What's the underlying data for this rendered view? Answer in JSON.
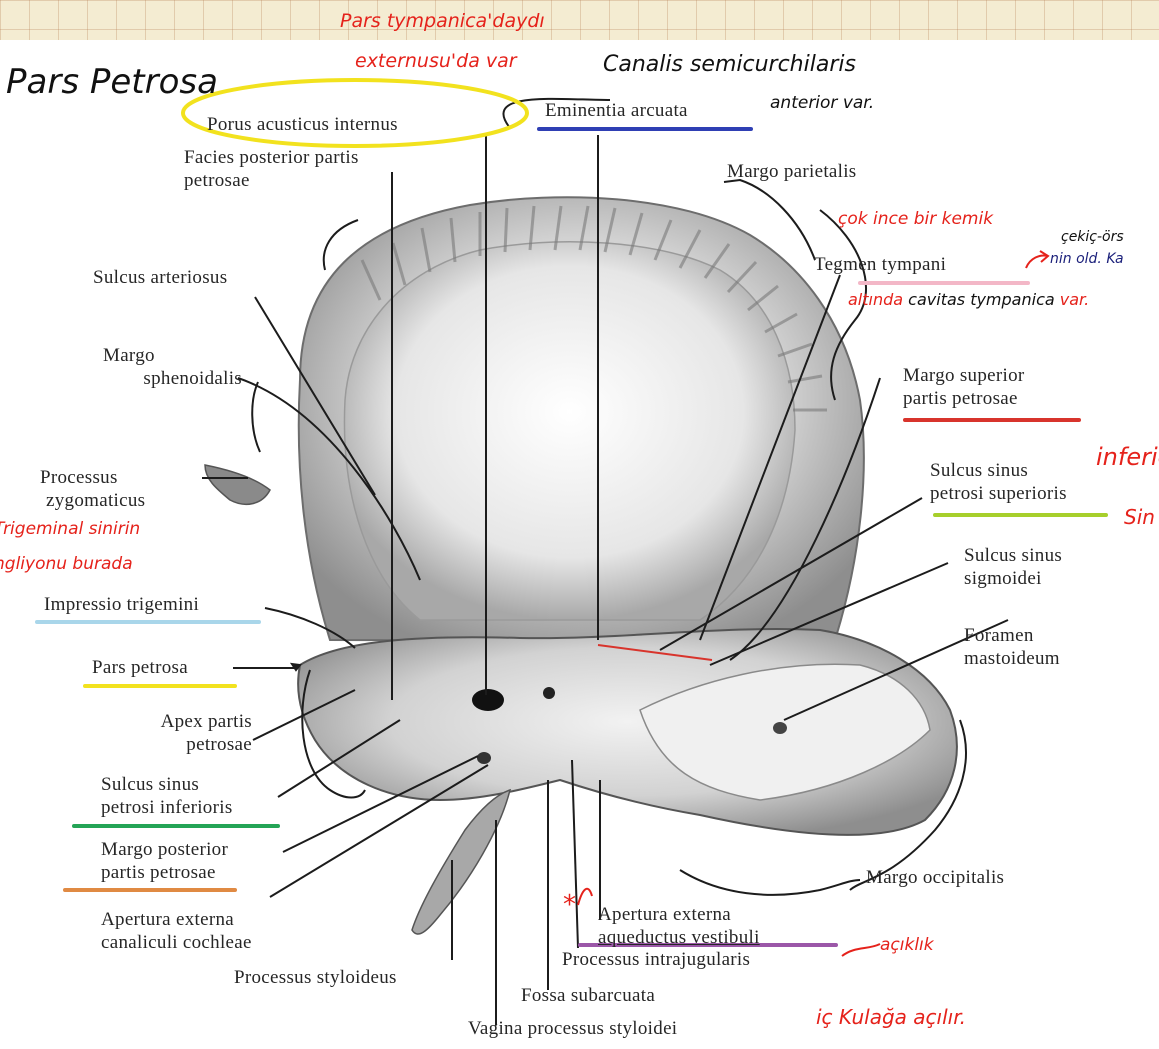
{
  "colors": {
    "red": "#e5221b",
    "yellow": "#f2e21e",
    "blue": "#2f3fb4",
    "pink": "#f3b7c7",
    "lightblue": "#a9d6ea",
    "green": "#24a456",
    "orange": "#e08a43",
    "purple": "#9b57a8",
    "crimson": "#d8342c",
    "lime": "#a7cf2b"
  },
  "handwritten": {
    "title": "Pars Petrosa",
    "top_note_1": "Pars tympanica'daydı",
    "top_note_2": "externusu'da var",
    "canalis_1": "Canalis semicurchilaris",
    "canalis_2": "anterior var.",
    "cok_ince": "çok ince bir kemik",
    "cekic_1": "çekiç-örs",
    "cekic_2": "nin old. Ka",
    "altinda_red": "altında",
    "altinda_black": "cavitas tympanica",
    "altinda_var": "var.",
    "inferio": "inferio",
    "sin": "Sin",
    "trigem_1": "Trigeminal sinirin",
    "trigem_2": "ngliyonu burada",
    "aciklik": "açıklık",
    "ic_kulak": "iç Kulağa açılır.",
    "asterisk": "*"
  },
  "labels": {
    "porus": "Porus acusticus internus",
    "eminentia": "Eminentia arcuata",
    "facies_1": "Facies posterior partis",
    "facies_2": "petrosae",
    "margo_parietalis": "Margo parietalis",
    "sulcus_arteriosus": "Sulcus arteriosus",
    "tegmen": "Tegmen tympani",
    "margo_sph_1": "Margo",
    "margo_sph_2": "sphenoidalis",
    "margo_sup_1": "Margo superior",
    "margo_sup_2": "partis petrosae",
    "proc_zyg_1": "Processus",
    "proc_zyg_2": "zygomaticus",
    "sulcus_sup_1": "Sulcus sinus",
    "sulcus_sup_2": "petrosi superioris",
    "sulcus_sig_1": "Sulcus sinus",
    "sulcus_sig_2": "sigmoidei",
    "impressio": "Impressio trigemini",
    "foramen_1": "Foramen",
    "foramen_2": "mastoideum",
    "pars_petrosa": "Pars petrosa",
    "apex_1": "Apex partis",
    "apex_2": "petrosae",
    "sulcus_inf_1": "Sulcus sinus",
    "sulcus_inf_2": "petrosi inferioris",
    "margo_post_1": "Margo posterior",
    "margo_post_2": "partis petrosae",
    "margo_occipitalis": "Margo occipitalis",
    "apertura_coch_1": "Apertura externa",
    "apertura_coch_2": "canaliculi cochleae",
    "apertura_vest_1": "Apertura externa",
    "apertura_vest_2": "aqueductus vestibuli",
    "proc_intra": "Processus intrajugularis",
    "proc_stylo": "Processus styloideus",
    "fossa": "Fossa subarcuata",
    "vagina": "Vagina processus styloidei"
  }
}
